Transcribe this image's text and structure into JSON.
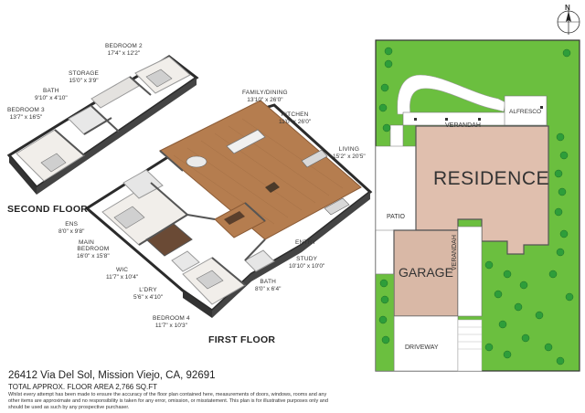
{
  "second_floor": {
    "title": "SECOND FLOOR",
    "rooms": [
      {
        "key": "bedroom2",
        "name": "BEDROOM 2",
        "dims": "17'4\" x 12'2\""
      },
      {
        "key": "storage",
        "name": "STORAGE",
        "dims": "15'0\" x 3'9\""
      },
      {
        "key": "bath",
        "name": "BATH",
        "dims": "9'10\" x 4'10\""
      },
      {
        "key": "bedroom3",
        "name": "BEDROOM 3",
        "dims": "13'7\" x 16'5\""
      }
    ]
  },
  "first_floor": {
    "title": "FIRST FLOOR",
    "rooms": [
      {
        "key": "family",
        "name": "FAMILY/DINING",
        "dims": "13'10\" x 26'0\""
      },
      {
        "key": "kitchen",
        "name": "KITCHEN",
        "dims": "11'0\" x 26'0\""
      },
      {
        "key": "living",
        "name": "LIVING",
        "dims": "15'2\" x 20'5\""
      },
      {
        "key": "ens",
        "name": "ENS",
        "dims": "8'0\" x 9'8\""
      },
      {
        "key": "main",
        "name": "MAIN\nBEDROOM",
        "dims": "16'0\" x 15'8\""
      },
      {
        "key": "wic",
        "name": "WIC",
        "dims": "11'7\" x 10'4\""
      },
      {
        "key": "ldry",
        "name": "L'DRY",
        "dims": "5'6\" x 4'10\""
      },
      {
        "key": "bedroom4",
        "name": "BEDROOM 4",
        "dims": "11'7\" x 10'3\""
      },
      {
        "key": "study",
        "name": "STUDY",
        "dims": "10'10\" x 10'0\""
      },
      {
        "key": "bath1",
        "name": "BATH",
        "dims": "8'0\" x 6'4\""
      },
      {
        "key": "entry",
        "name": "ENTRY",
        "dims": ""
      }
    ]
  },
  "site_plan": {
    "compass": "N",
    "labels": {
      "residence": "RESIDENCE",
      "garage": "GARAGE",
      "verandah_top": "VERANDAH",
      "verandah_side": "VERANDAH",
      "alfresco": "ALFRESCO",
      "patio": "PATIO",
      "driveway": "DRIVEWAY"
    },
    "colors": {
      "lawn": "#6bbf3f",
      "building": "#e0bfae",
      "garage": "#d9b8a6",
      "paving": "#ffffff",
      "tree": "#2e9e3a"
    }
  },
  "footer": {
    "address": "26412 Via Del Sol, Mission Viejo, CA, 92691",
    "area": "TOTAL APPROX. FLOOR AREA 2,766 SQ.FT",
    "disclaimer": "Whilst every attempt has been made to ensure the accuracy of the floor plan contained here, measurements of doors, windows, rooms and any other items are approximate and no responsibility is taken for any error, omission, or misstatement. This plan is for illustrative purposes only and should be used as such by any prospective purchaser."
  }
}
